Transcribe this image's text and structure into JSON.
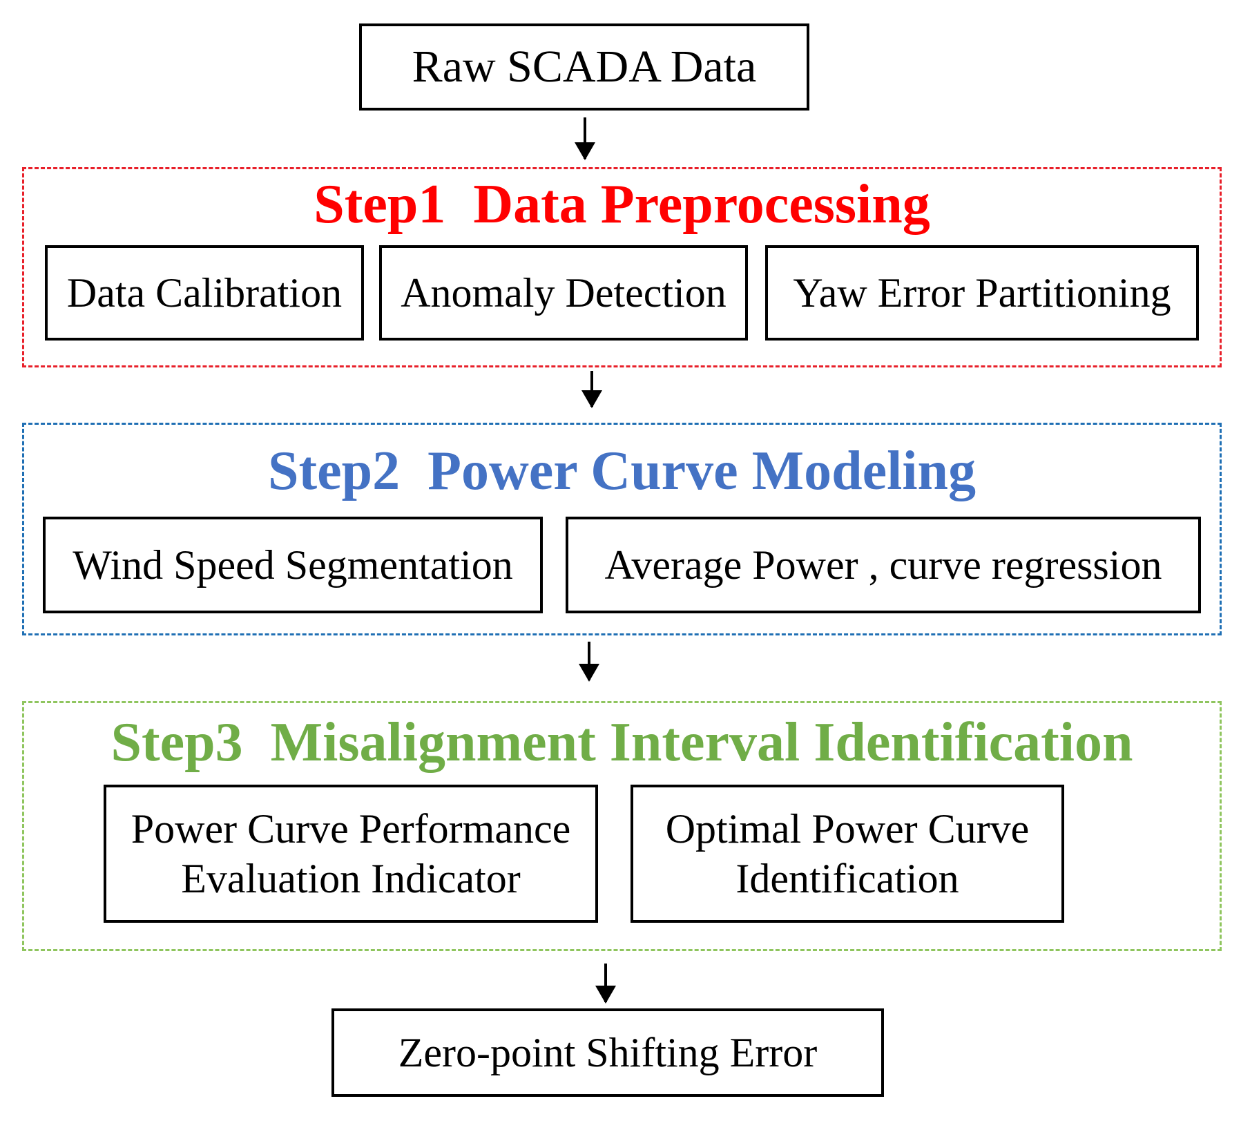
{
  "colors": {
    "step1": "#ff0000",
    "step1_border": "#e8202a",
    "step2": "#4472c4",
    "step2_border": "#1f6fb4",
    "step3": "#70ad47",
    "step3_border": "#8fc55e"
  },
  "nodes": {
    "raw": "Raw SCADA Data",
    "final": "Zero-point Shifting Error"
  },
  "step1": {
    "title": "Step1  Data Preprocessing",
    "boxes": [
      "Data Calibration",
      "Anomaly Detection",
      "Yaw Error Partitioning"
    ]
  },
  "step2": {
    "title": "Step2  Power Curve Modeling",
    "boxes": [
      "Wind Speed Segmentation",
      "Average Power , curve regression"
    ]
  },
  "step3": {
    "title": "Step3  Misalignment Interval Identification",
    "boxes": [
      "Power Curve Performance\nEvaluation Indicator",
      "Optimal Power Curve\nIdentification"
    ]
  }
}
